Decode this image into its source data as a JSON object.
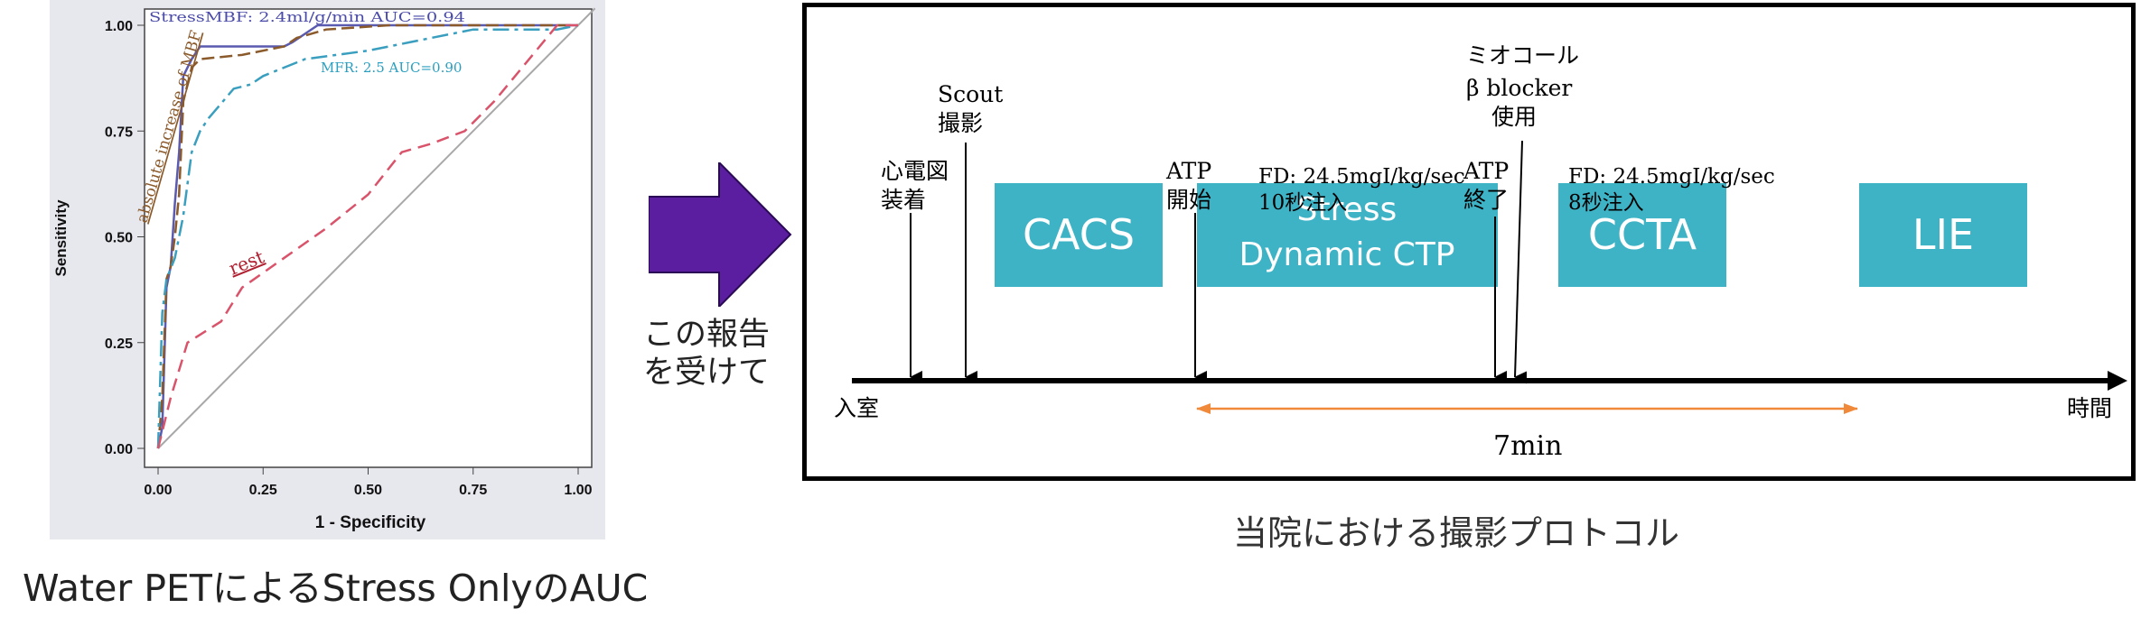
{
  "roc": {
    "type": "line",
    "xlabel": "1 - Specificity",
    "ylabel": "Sensitivity",
    "xlim": [
      0,
      1
    ],
    "ylim": [
      0,
      1
    ],
    "x_ticks": [
      "0.00",
      "0.25",
      "0.50",
      "0.75",
      "1.00"
    ],
    "y_ticks": [
      "0.00",
      "0.25",
      "0.50",
      "0.75",
      "1.00"
    ],
    "annotations": {
      "stress_mbf": "StressMBF: 2.4ml/g/min AUC=0.94",
      "mfr": "MFR: 2.5 AUC=0.90",
      "absolute_increase": "absolute increase of MBF",
      "rest": "rest"
    },
    "colors": {
      "stress_mbf": "#5a5ab0",
      "absolute_increase": "#8b5a2b",
      "mfr": "#3a9fbf",
      "rest": "#d9536a",
      "reference": "#a8a8a8",
      "olive": "#7a8a3a"
    },
    "series": [
      {
        "key": "stress_mbf",
        "points": [
          [
            0,
            0
          ],
          [
            0.01,
            0.05
          ],
          [
            0.02,
            0.38
          ],
          [
            0.03,
            0.43
          ],
          [
            0.04,
            0.58
          ],
          [
            0.05,
            0.7
          ],
          [
            0.06,
            0.88
          ],
          [
            0.08,
            0.92
          ],
          [
            0.1,
            0.95
          ],
          [
            0.15,
            0.95
          ],
          [
            0.3,
            0.95
          ],
          [
            0.32,
            0.96
          ],
          [
            0.35,
            0.98
          ],
          [
            0.38,
            1.0
          ],
          [
            1.0,
            1.0
          ]
        ]
      },
      {
        "key": "absolute_increase",
        "points": [
          [
            0,
            0
          ],
          [
            0.01,
            0.12
          ],
          [
            0.02,
            0.4
          ],
          [
            0.03,
            0.43
          ],
          [
            0.04,
            0.5
          ],
          [
            0.05,
            0.6
          ],
          [
            0.06,
            0.82
          ],
          [
            0.08,
            0.9
          ],
          [
            0.1,
            0.92
          ],
          [
            0.2,
            0.93
          ],
          [
            0.3,
            0.95
          ],
          [
            0.33,
            0.97
          ],
          [
            0.4,
            0.99
          ],
          [
            0.55,
            1.0
          ],
          [
            1.0,
            1.0
          ]
        ]
      },
      {
        "key": "mfr",
        "points": [
          [
            0,
            0
          ],
          [
            0.01,
            0.32
          ],
          [
            0.02,
            0.4
          ],
          [
            0.04,
            0.45
          ],
          [
            0.06,
            0.55
          ],
          [
            0.08,
            0.7
          ],
          [
            0.1,
            0.75
          ],
          [
            0.12,
            0.78
          ],
          [
            0.18,
            0.85
          ],
          [
            0.22,
            0.86
          ],
          [
            0.25,
            0.88
          ],
          [
            0.3,
            0.9
          ],
          [
            0.35,
            0.92
          ],
          [
            0.5,
            0.94
          ],
          [
            0.6,
            0.96
          ],
          [
            0.75,
            0.99
          ],
          [
            0.95,
            0.99
          ],
          [
            1.0,
            1.0
          ]
        ]
      },
      {
        "key": "rest",
        "points": [
          [
            0,
            0
          ],
          [
            0.03,
            0.12
          ],
          [
            0.07,
            0.25
          ],
          [
            0.15,
            0.3
          ],
          [
            0.2,
            0.38
          ],
          [
            0.3,
            0.45
          ],
          [
            0.4,
            0.52
          ],
          [
            0.5,
            0.6
          ],
          [
            0.58,
            0.7
          ],
          [
            0.65,
            0.72
          ],
          [
            0.73,
            0.75
          ],
          [
            0.8,
            0.82
          ],
          [
            0.9,
            0.94
          ],
          [
            0.95,
            1.0
          ],
          [
            1.0,
            1.0
          ]
        ]
      }
    ]
  },
  "roc_caption": "Water PETによるStress OnlyのAUC",
  "arrow_caption": {
    "line1": "この報告",
    "line2": "を受けて"
  },
  "protocol": {
    "caption": "当院における撮影プロトコル",
    "timeline": {
      "start_label": "入室",
      "end_label": "時間",
      "color": "#000000"
    },
    "box_color": "#3fb3c6",
    "boxes": {
      "cacs": "CACS",
      "stress_line1": "Stress",
      "stress_line2": "Dynamic CTP",
      "ccta": "CCTA",
      "lie": "LIE"
    },
    "events": {
      "ecg": {
        "line1": "心電図",
        "line2": "装着"
      },
      "scout": {
        "line1": "Scout",
        "line2": "撮影"
      },
      "atp_start": {
        "line1": "ATP",
        "line2": "開始"
      },
      "atp_end": {
        "line1": "ATP",
        "line2": "終了"
      },
      "beta": {
        "line1": "ミオコール",
        "line2": "β blocker",
        "line3": "使用"
      }
    },
    "fd_stress": {
      "line1": "FD: 24.5mgI/kg/sec",
      "line2": "10秒注入"
    },
    "fd_ccta": {
      "line1": "FD: 24.5mgI/kg/sec",
      "line2": "8秒注入"
    },
    "duration": {
      "label": "7min",
      "color": "#f08a3a"
    }
  },
  "arrow_color": "#5b1ea0"
}
